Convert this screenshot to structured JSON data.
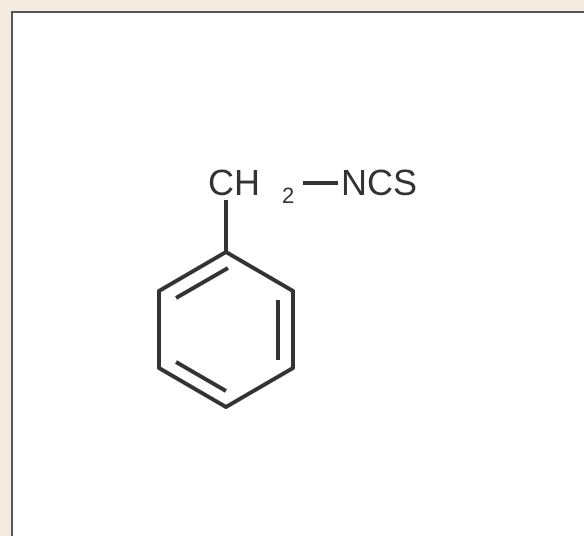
{
  "structure": {
    "ch2_label": "CH",
    "ch2_subscript": "2",
    "substituent_label": "NCS"
  },
  "colors": {
    "bond": "#333333",
    "frame_border": "#555555",
    "background": "#f4ecdf",
    "panel": "#ffffff"
  }
}
